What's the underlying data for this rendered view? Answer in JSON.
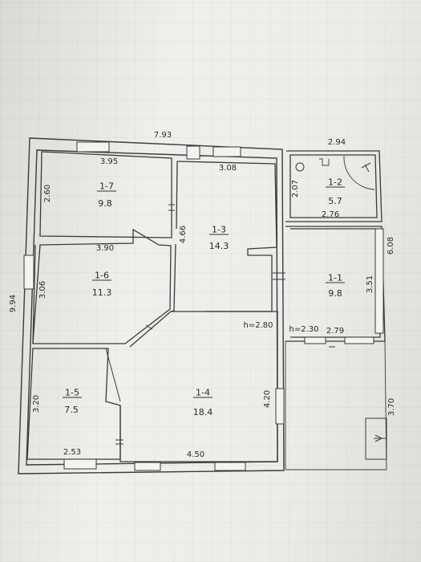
{
  "rooms": [
    {
      "id": "1-7",
      "area": "9.8"
    },
    {
      "id": "1-6",
      "area": "11.3"
    },
    {
      "id": "1-5",
      "area": "7.5"
    },
    {
      "id": "1-3",
      "area": "14.3"
    },
    {
      "id": "1-4",
      "area": "18.4"
    },
    {
      "id": "1-2",
      "area": "5.7"
    },
    {
      "id": "1-1",
      "area": "9.8"
    }
  ],
  "dimensions": {
    "overall_width": "7.93",
    "overall_height": "9.94",
    "top_bath": "2.94",
    "r17_width": "3.95",
    "r17_height": "2.60",
    "r13_width": "3.08",
    "r13_height": "4.66",
    "r16_width": "3.90",
    "r16_height": "3.06",
    "r15_height": "3.20",
    "r15_width": "2.53",
    "r14_width": "4.50",
    "r14_height": "4.20",
    "r14_ceiling": "h=2.80",
    "r12_height": "2.07",
    "r11_width_top": "2.76",
    "r11_height": "3.51",
    "r11_outer": "6.08",
    "r11_ceiling": "h=2.30",
    "r11_width_bottom": "2.79",
    "porch_depth": "3.70"
  }
}
